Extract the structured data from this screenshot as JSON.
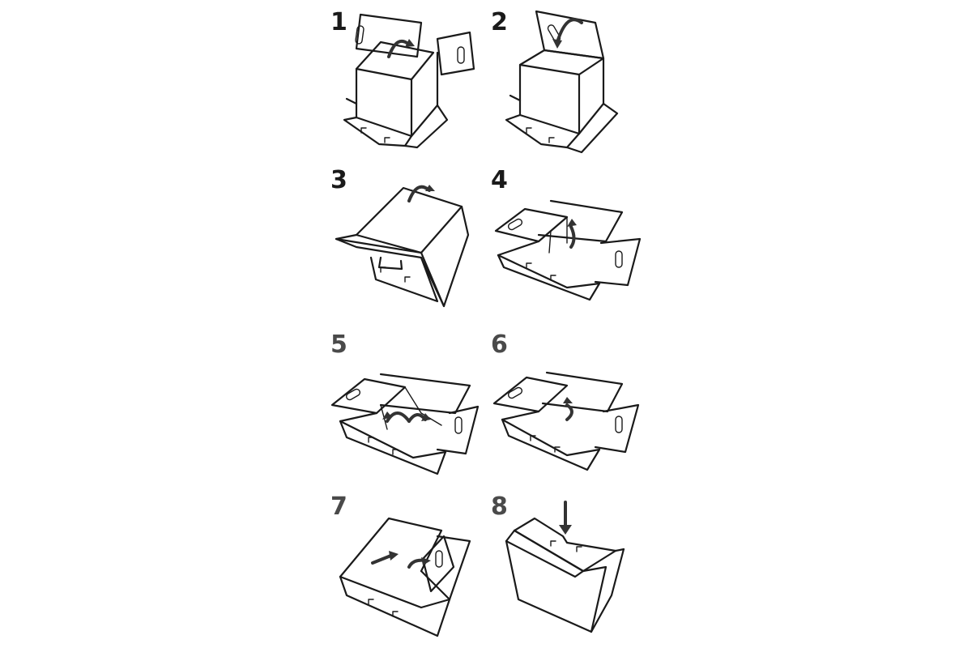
{
  "steps": [
    {
      "label": "1"
    },
    {
      "label": "2"
    },
    {
      "label": "3"
    },
    {
      "label": "4"
    },
    {
      "label": "5"
    },
    {
      "label": "6"
    },
    {
      "label": "7"
    },
    {
      "label": "8"
    }
  ],
  "colors": {
    "line": "#1a1a1a",
    "label_dark": "#1a1a1a",
    "label_gray": "#4a4a4a",
    "arrow": "#333333",
    "background": "#ffffff"
  },
  "icons": [
    "box-fold-step-illustration",
    "curved-fold-arrow",
    "push-down-arrow"
  ]
}
